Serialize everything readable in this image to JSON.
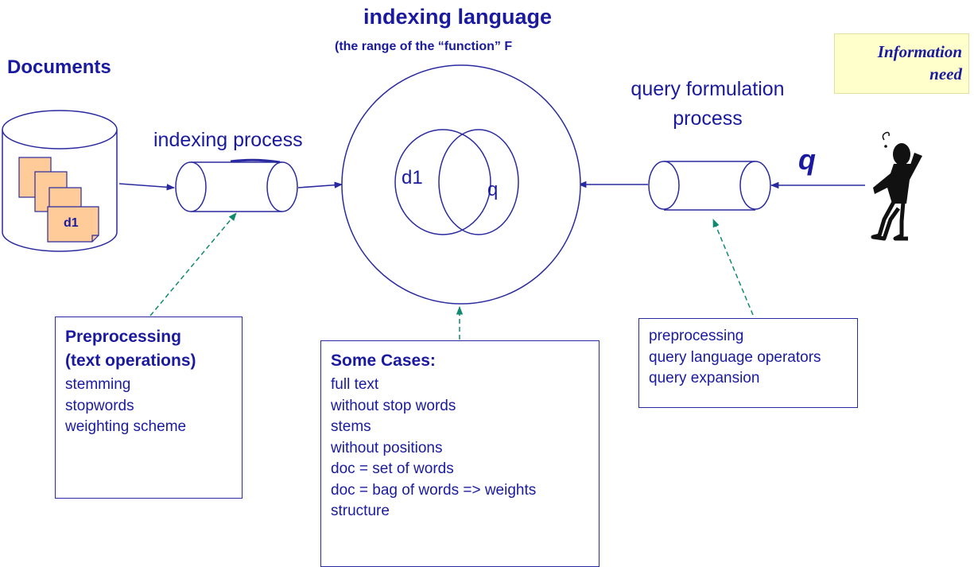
{
  "header": {
    "title": "indexing language",
    "subtitle": "(the range of the “function” F"
  },
  "documents": {
    "title": "Documents",
    "doc_label": "d1"
  },
  "indexing_process": {
    "label": "indexing process"
  },
  "query_process": {
    "label_line1": "query formulation",
    "label_line2": "process"
  },
  "circle": {
    "d1_label": "d1",
    "q_label": "q"
  },
  "query_symbol": "q",
  "information_need": {
    "line1": "Information",
    "line2": "need"
  },
  "preprocessing_box": {
    "title_line1": "Preprocessing",
    "title_line2": "(text operations)",
    "items": [
      "stemming",
      "stopwords",
      "weighting scheme"
    ]
  },
  "cases_box": {
    "title": "Some Cases:",
    "items": [
      "full text",
      "without stop words",
      "stems",
      "without positions",
      "doc = set of words",
      "doc = bag of words => weights",
      "structure"
    ]
  },
  "query_box": {
    "items": [
      "preprocessing",
      "query language operators",
      "query expansion"
    ]
  },
  "colors": {
    "line": "#2a2aa0",
    "dashed": "#0f8a70",
    "doc_fill": "#ffcc99",
    "info_bg": "#ffffcc"
  },
  "icons": [
    "database-cylinder-icon",
    "document-stack-icon",
    "thinking-person-icon"
  ]
}
